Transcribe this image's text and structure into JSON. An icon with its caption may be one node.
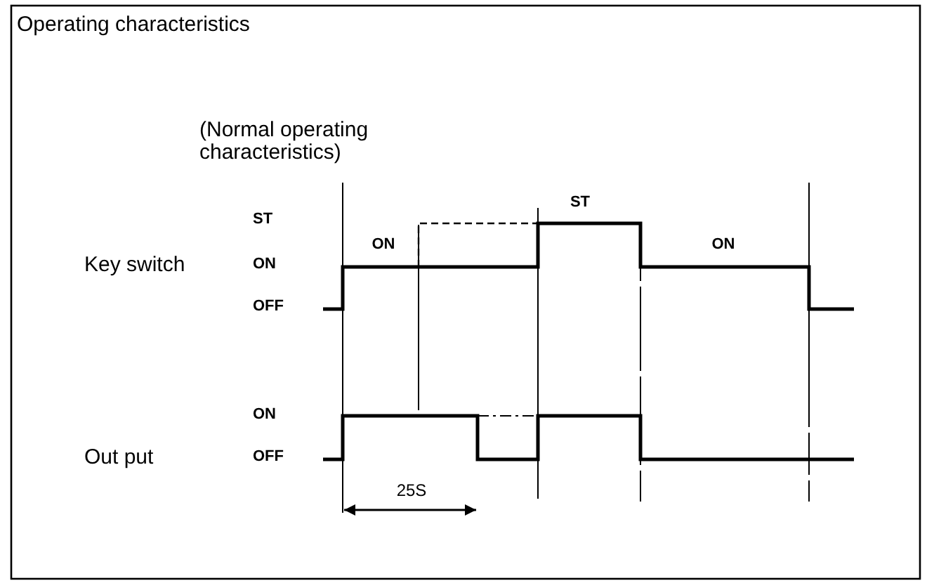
{
  "diagram": {
    "title": "Operating characteristics",
    "labels": [
      "(Normal operating characteristics)",
      "ST",
      "ST",
      "ON",
      "ON",
      "Key switch",
      "ON",
      "OFF",
      "ON",
      "Out put",
      "OFF",
      "25S"
    ]
  }
}
